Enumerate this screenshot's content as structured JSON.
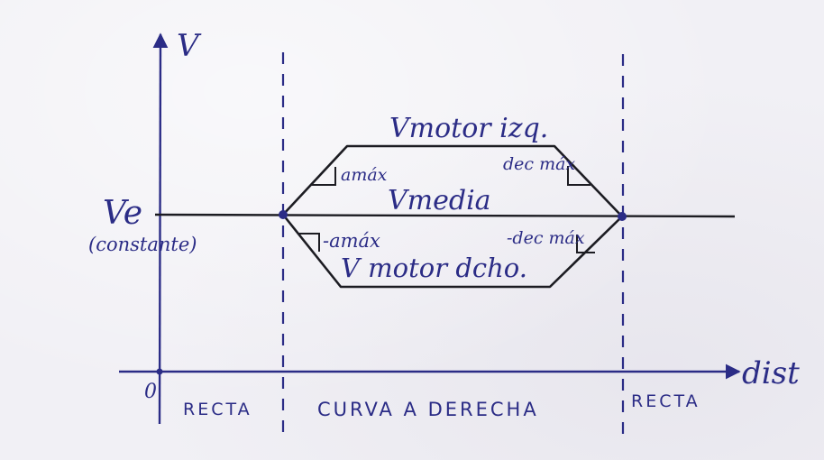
{
  "axes": {
    "y_label": "V",
    "x_label": "dist",
    "origin_label": "0"
  },
  "levels": {
    "ve_label": "Ve",
    "ve_note": "(constante)"
  },
  "curves": {
    "left_motor": "Vmotor izq.",
    "mean": "Vmedia",
    "right_motor": "V motor dcho."
  },
  "slopes": {
    "accel_up": "amáx",
    "decel_up": "dec máx",
    "accel_down": "-amáx",
    "decel_down": "-dec máx"
  },
  "sections": {
    "left": "RECTA",
    "middle": "CURVA A DERECHA",
    "right": "RECTA"
  },
  "colors": {
    "ink_blue": "#2b2c86",
    "ink_black": "#1c1c22",
    "paper": "#f1f0f5"
  }
}
